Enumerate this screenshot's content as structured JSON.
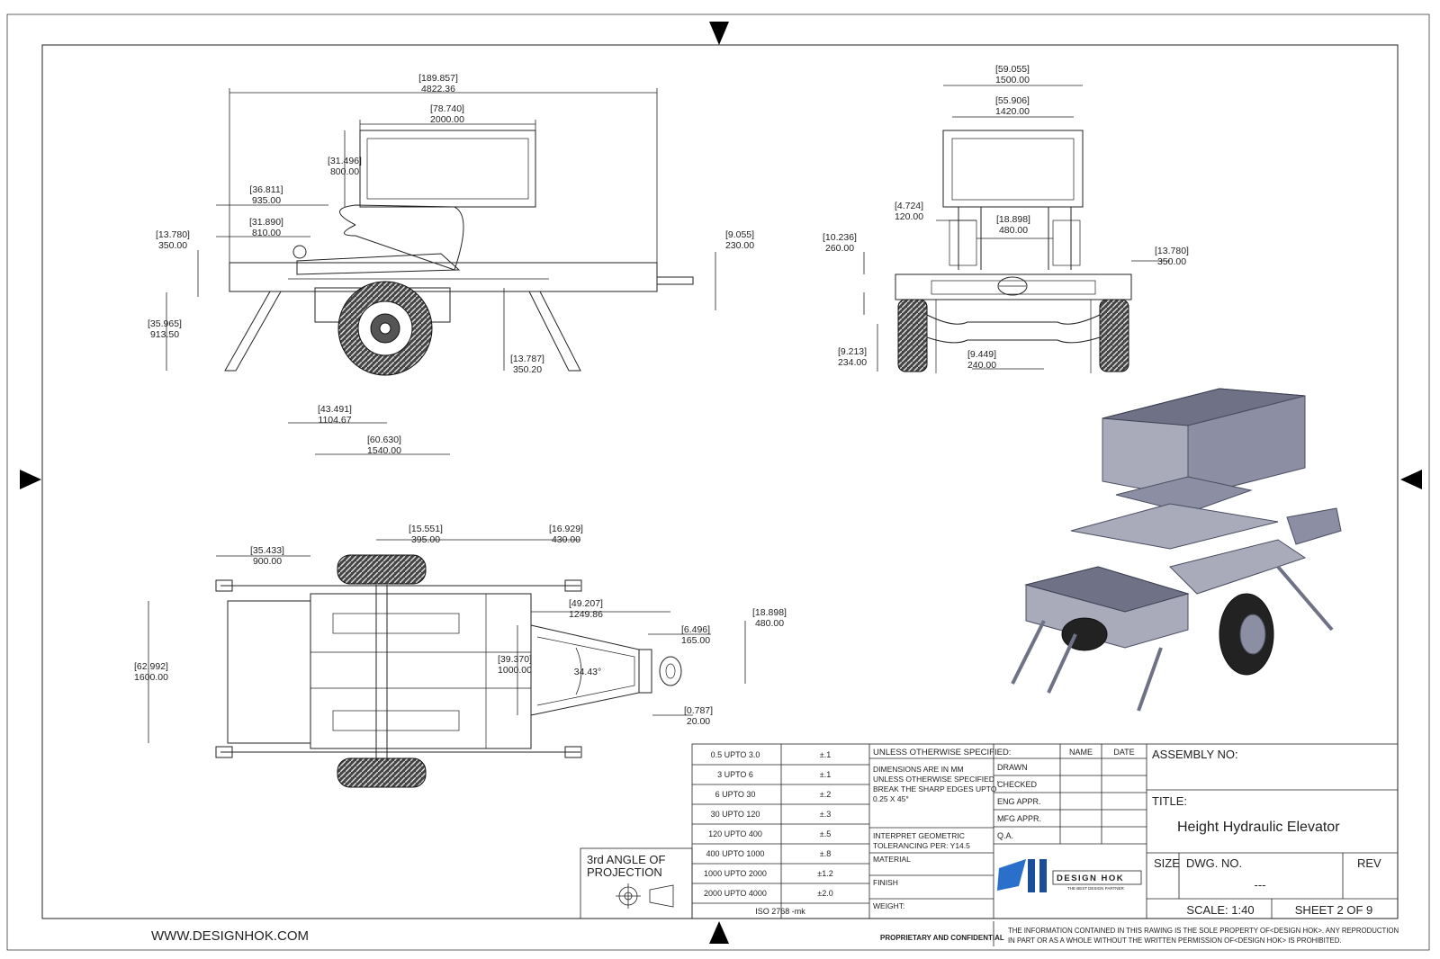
{
  "side_view_dims": [
    {
      "inch": "[189.857]",
      "mm": "4822.36"
    },
    {
      "inch": "[78.740]",
      "mm": "2000.00"
    },
    {
      "inch": "[31.496]",
      "mm": "800.00"
    },
    {
      "inch": "[36.811]",
      "mm": "935.00"
    },
    {
      "inch": "[31.890]",
      "mm": "810.00"
    },
    {
      "inch": "[13.780]",
      "mm": "350.00"
    },
    {
      "inch": "[9.055]",
      "mm": "230.00"
    },
    {
      "inch": "[35.965]",
      "mm": "913.50"
    },
    {
      "inch": "[13.787]",
      "mm": "350.20"
    },
    {
      "inch": "[43.491]",
      "mm": "1104.67"
    },
    {
      "inch": "[60.630]",
      "mm": "1540.00"
    }
  ],
  "front_view_dims": [
    {
      "inch": "[59.055]",
      "mm": "1500.00"
    },
    {
      "inch": "[55.906]",
      "mm": "1420.00"
    },
    {
      "inch": "[4.724]",
      "mm": "120.00"
    },
    {
      "inch": "[18.898]",
      "mm": "480.00"
    },
    {
      "inch": "[10.236]",
      "mm": "260.00"
    },
    {
      "inch": "[13.780]",
      "mm": "350.00"
    },
    {
      "inch": "[9.213]",
      "mm": "234.00"
    },
    {
      "inch": "[9.449]",
      "mm": "240.00"
    }
  ],
  "top_view_dims": [
    {
      "inch": "[35.433]",
      "mm": "900.00"
    },
    {
      "inch": "[15.551]",
      "mm": "395.00"
    },
    {
      "inch": "[16.929]",
      "mm": "430.00"
    },
    {
      "inch": "[49.207]",
      "mm": "1249.86"
    },
    {
      "inch": "[18.898]",
      "mm": "480.00"
    },
    {
      "inch": "[6.496]",
      "mm": "165.00"
    },
    {
      "inch": "[62.992]",
      "mm": "1600.00"
    },
    {
      "inch": "[39.370]",
      "mm": "1000.00"
    },
    {
      "inch": "[0.787]",
      "mm": "20.00"
    }
  ],
  "angle_label": "34.43°",
  "tolerances": [
    {
      "range": "0.5 UPTO 3.0",
      "tol": "±.1"
    },
    {
      "range": "3 UPTO 6",
      "tol": "±.1"
    },
    {
      "range": "6 UPTO 30",
      "tol": "±.2"
    },
    {
      "range": "30 UPTO 120",
      "tol": "±.3"
    },
    {
      "range": "120 UPTO 400",
      "tol": "±.5"
    },
    {
      "range": "400 UPTO 1000",
      "tol": "±.8"
    },
    {
      "range": "1000 UPTO 2000",
      "tol": "±1.2"
    },
    {
      "range": "2000 UPTO 4000",
      "tol": "±2.0"
    }
  ],
  "iso_label": "ISO 2768 -mk",
  "projection": {
    "line1": "3rd ANGLE OF",
    "line2": "PROJECTION"
  },
  "unless_specified": {
    "header": "UNLESS OTHERWISE SPECIFIED:",
    "line1": "DIMENSIONS ARE IN MM",
    "line2": "UNLESS OTHERWISE SPECIFIED ,",
    "line3": "BREAK THE SHARP EDGES UPTO",
    "line4": "0.25 X 45°",
    "interp1": "INTERPRET GEOMETRIC",
    "interp2": "TOLERANCING PER: Y14.5",
    "material": "MATERIAL",
    "finish": "FINISH",
    "weight": "WEIGHT:"
  },
  "approvals": {
    "name_header": "NAME",
    "date_header": "DATE",
    "rows": [
      "DRAWN",
      "CHECKED",
      "ENG APPR.",
      "MFG APPR.",
      "Q.A."
    ]
  },
  "title_block": {
    "assembly_label": "ASSEMBLY NO:",
    "title_label": "TITLE:",
    "title": "Height Hydraulic Elevator",
    "size_label": "SIZE",
    "dwg_label": "DWG.  NO.",
    "dwg_no": "---",
    "rev_label": "REV",
    "scale": "SCALE: 1:40",
    "sheet": "SHEET 2 OF 9"
  },
  "logo": {
    "name": "DESIGN HOK",
    "tagline": "THE BEST DESIGN PARTNER"
  },
  "footer": {
    "website": "WWW.DESIGNHOK.COM",
    "confidential": "PROPRIETARY AND CONFIDENTIAL",
    "notice1": "THE INFORMATION CONTAINED IN THIS RAWING IS THE SOLE PROPERTY OF<DESIGN HOK>.  ANY REPRODUCTION",
    "notice2": "IN PART OR AS A WHOLE WITHOUT THE WRITTEN PERMISSION OF<DESIGN HOK> IS PROHIBITED."
  }
}
